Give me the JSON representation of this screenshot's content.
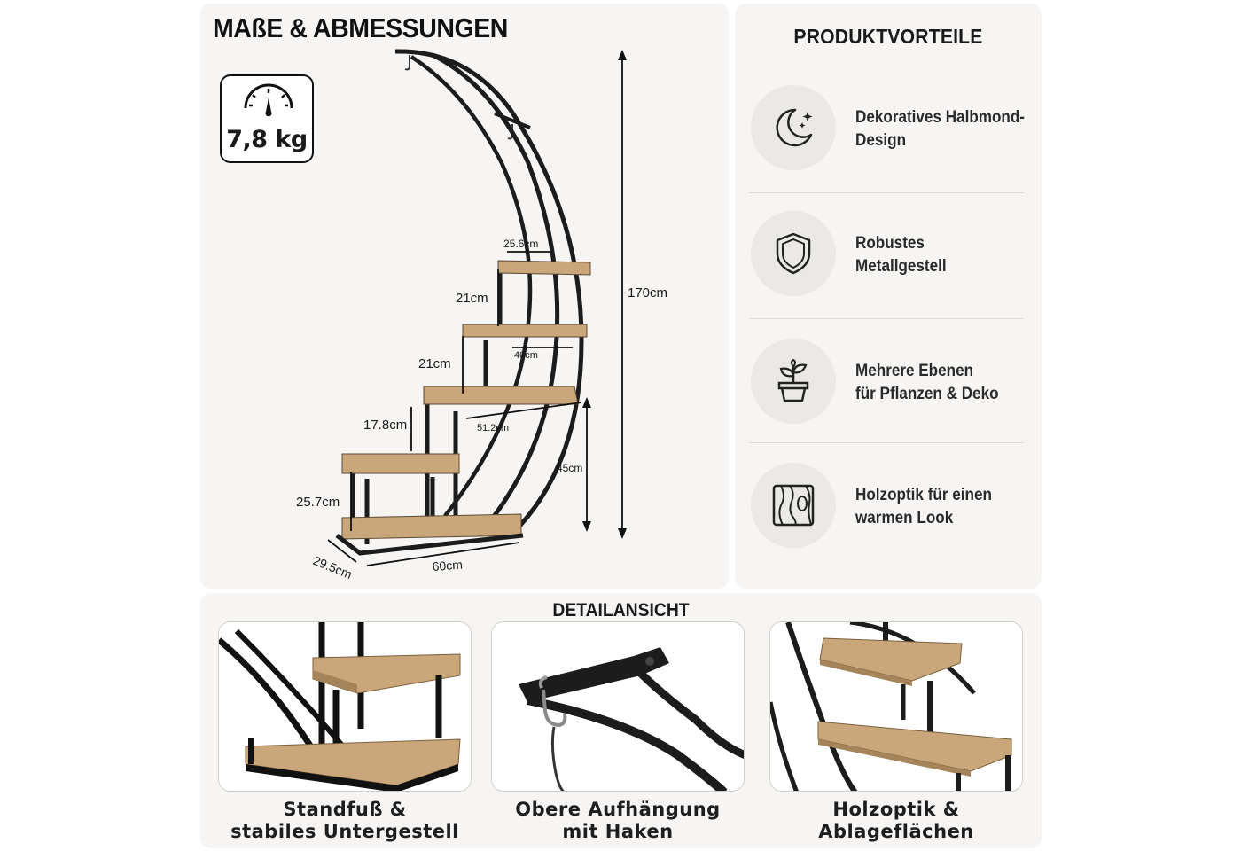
{
  "dimensions": {
    "title": "MAßE & ABMESSUNGEN",
    "weight": "7,8 kg",
    "labels": {
      "top_shelf_width": "25.6cm",
      "gap_1": "21cm",
      "shelf_2_width": "40cm",
      "gap_2": "21cm",
      "shelf_3_width": "51.2cm",
      "gap_3": "17.8cm",
      "gap_4": "25.7cm",
      "depth": "29.5cm",
      "base_width": "60cm",
      "total_height": "170cm",
      "lower_height": "45cm"
    }
  },
  "benefits": {
    "title": "PRODUKTVORTEILE",
    "items": [
      {
        "icon": "moon-stars-icon",
        "line1": "Dekoratives Halbmond-",
        "line2": "Design"
      },
      {
        "icon": "shield-icon",
        "line1": "Robustes",
        "line2": "Metallgestell"
      },
      {
        "icon": "plant-pot-icon",
        "line1": "Mehrere Ebenen",
        "line2": "für Pflanzen & Deko"
      },
      {
        "icon": "wood-grain-icon",
        "line1": "Holzoptik für einen",
        "line2": "warmen Look"
      }
    ]
  },
  "details": {
    "title": "DETAILANSICHT",
    "cards": [
      {
        "line1": "Standfuß &",
        "line2": "stabiles Untergestell"
      },
      {
        "line1": "Obere Aufhängung",
        "line2": "mit Haken"
      },
      {
        "line1": "Holzoptik &",
        "line2": "Ablageflächen"
      }
    ]
  },
  "colors": {
    "panel_bg": "#f6f5f3",
    "metal": "#1c1c1c",
    "wood": "#c9a77a",
    "icon_circle": "#ebe9e5"
  }
}
